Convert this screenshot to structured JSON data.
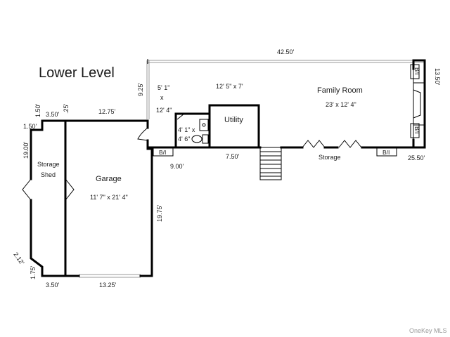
{
  "title": "Lower Level",
  "rooms": {
    "family_room": {
      "name": "Family Room",
      "size": "23' x 12' 4\""
    },
    "utility": {
      "name": "Utility"
    },
    "garage": {
      "name": "Garage",
      "size": "11' 7\" x 21' 4\""
    },
    "storage_shed": {
      "name_line1": "Storage",
      "name_line2": "Shed"
    },
    "storage": {
      "name": "Storage"
    },
    "hall": {
      "size_a": "12' 5\" x 7'"
    },
    "small_room": {
      "line1": "5' 1\"",
      "line2": "x",
      "line3": "12' 4\""
    },
    "bath": {
      "line1": "4' 1\" x",
      "line2": "4' 6\""
    }
  },
  "builtins": {
    "b1": "B/I",
    "b2": "B/I",
    "b3": "B/I",
    "b4": "B/I"
  },
  "dimensions": {
    "top": "42.50'",
    "right_top": "13.50'",
    "left_house": "9.25'",
    "garage_top": "12.75'",
    "shed_top": "3.50'",
    "shed_notch_v": "1.50'",
    "shed_notch_h": "1.50'",
    "small_25": ".25'",
    "shed_height": "19.00'",
    "garage_right": "19.75'",
    "stub": "9.00'",
    "middle": "7.50'",
    "right_bottom": "25.50'",
    "shed_bottom": "3.50'",
    "garage_bottom": "13.25'",
    "diag": "2.12'",
    "shed_low": "1.75'"
  },
  "watermark": "OneKey MLS"
}
